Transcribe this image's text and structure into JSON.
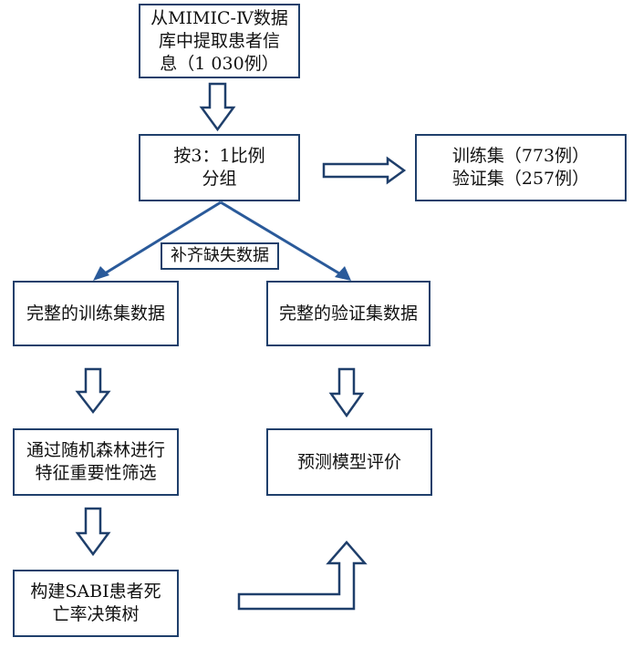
{
  "nodes": {
    "source": {
      "lines": [
        "从MIMIC-Ⅳ数据",
        "库中提取患者信",
        "息（1 030例）"
      ]
    },
    "split": {
      "lines": [
        "按3：1比例",
        "分组"
      ]
    },
    "sets": {
      "lines": [
        "训练集（773例）",
        "验证集（257例）"
      ]
    },
    "fill_missing": {
      "text": "补齐缺失数据"
    },
    "train_data": {
      "text": "完整的训练集数据"
    },
    "valid_data": {
      "text": "完整的验证集数据"
    },
    "feature_selection": {
      "lines": [
        "通过随机森林进行",
        "特征重要性筛选"
      ]
    },
    "evaluation": {
      "text": "预测模型评价"
    },
    "decision_tree": {
      "lines": [
        "构建SABI患者死",
        "亡率决策树"
      ]
    }
  },
  "colors": {
    "border": "#1f3f6b",
    "arrow": "#2a5a9a",
    "arrow_line": "#3b6fb5"
  }
}
